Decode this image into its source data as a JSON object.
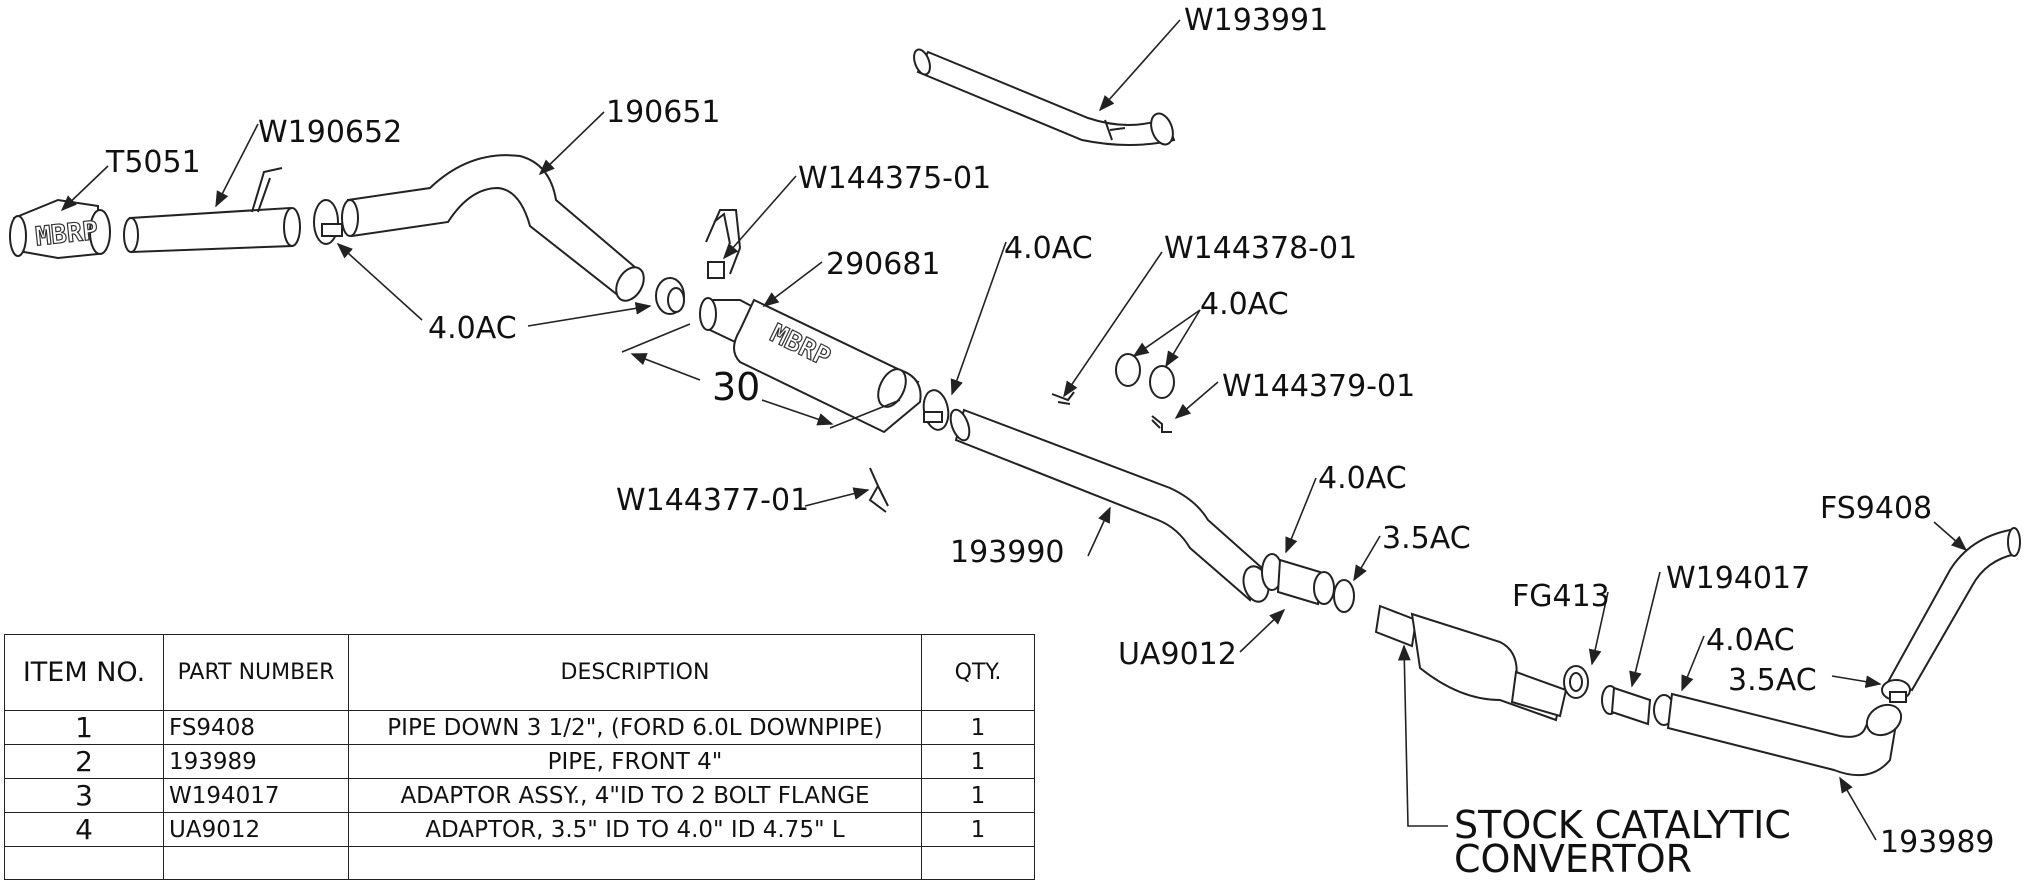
{
  "callouts": {
    "w193991": "W193991",
    "t5051": "T5051",
    "w190652": "W190652",
    "p190651": "190651",
    "w144375": "W144375-01",
    "p290681": "290681",
    "ac40_left": "4.0AC",
    "ac40_mid": "4.0AC",
    "w144378": "W144378-01",
    "ac40_pair": "4.0AC",
    "w144379": "W144379-01",
    "dim30": "30",
    "w144377": "W144377-01",
    "ac40_lower": "4.0AC",
    "p193990": "193990",
    "ac35_mid": "3.5AC",
    "fs9408": "FS9408",
    "ua9012": "UA9012",
    "fg413": "FG413",
    "w194017": "W194017",
    "ac40_right": "4.0AC",
    "ac35_right": "3.5AC",
    "stock_cat_1": "STOCK CATALYTIC",
    "stock_cat_2": "CONVERTOR",
    "p193989": "193989",
    "muffler_logo": "MBRP",
    "tip_logo": "MBRP"
  },
  "bom": {
    "headers": {
      "item": "ITEM NO.",
      "part": "PART NUMBER",
      "desc": "DESCRIPTION",
      "qty": "QTY."
    },
    "rows": [
      {
        "item": "1",
        "part": "FS9408",
        "desc": "PIPE DOWN 3 1/2\", (FORD 6.0L DOWNPIPE)",
        "qty": "1"
      },
      {
        "item": "2",
        "part": "193989",
        "desc": "PIPE, FRONT 4\"",
        "qty": "1"
      },
      {
        "item": "3",
        "part": "W194017",
        "desc": "ADAPTOR ASSY., 4\"ID TO 2 BOLT FLANGE",
        "qty": "1"
      },
      {
        "item": "4",
        "part": "UA9012",
        "desc": "ADAPTOR, 3.5\" ID TO 4.0\" ID 4.75\" L",
        "qty": "1"
      },
      {
        "item": "",
        "part": "",
        "desc": "",
        "qty": ""
      }
    ]
  }
}
